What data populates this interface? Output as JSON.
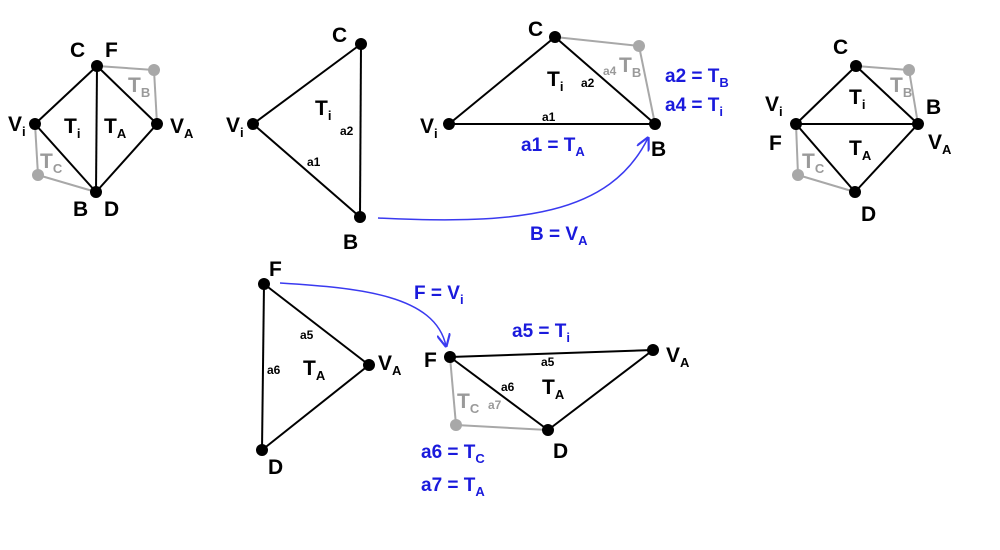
{
  "colors": {
    "edge": "#000000",
    "ghost": "#a8a8a8",
    "annotation": "#1a1adc"
  },
  "labels": {
    "C": "C",
    "F": "F",
    "B": "B",
    "D": "D",
    "V": "V",
    "T": "T",
    "i": "i",
    "A": "A",
    "a1": "a1",
    "a2": "a2",
    "a4": "a4",
    "a5": "a5",
    "a6": "a6",
    "a7": "a7"
  },
  "annotations": {
    "a1_eq": "a1 = T",
    "a1_sub": "A",
    "a2_eq": "a2 = T",
    "a2_sub": "B",
    "a4_eq": "a4 = T",
    "a4_sub": "i",
    "b_eq": "B = V",
    "b_sub": "A",
    "f_eq": "F = V",
    "f_sub": "i",
    "a5_eq": "a5 = T",
    "a5_sub": "i",
    "a6_eq": "a6 = T",
    "a6_sub": "C",
    "a7_eq": "a7 = T",
    "a7_sub": "A"
  },
  "icons": {
    "vertex": "filled-circle-dot",
    "mapping_arrow": "curved-arrow"
  }
}
